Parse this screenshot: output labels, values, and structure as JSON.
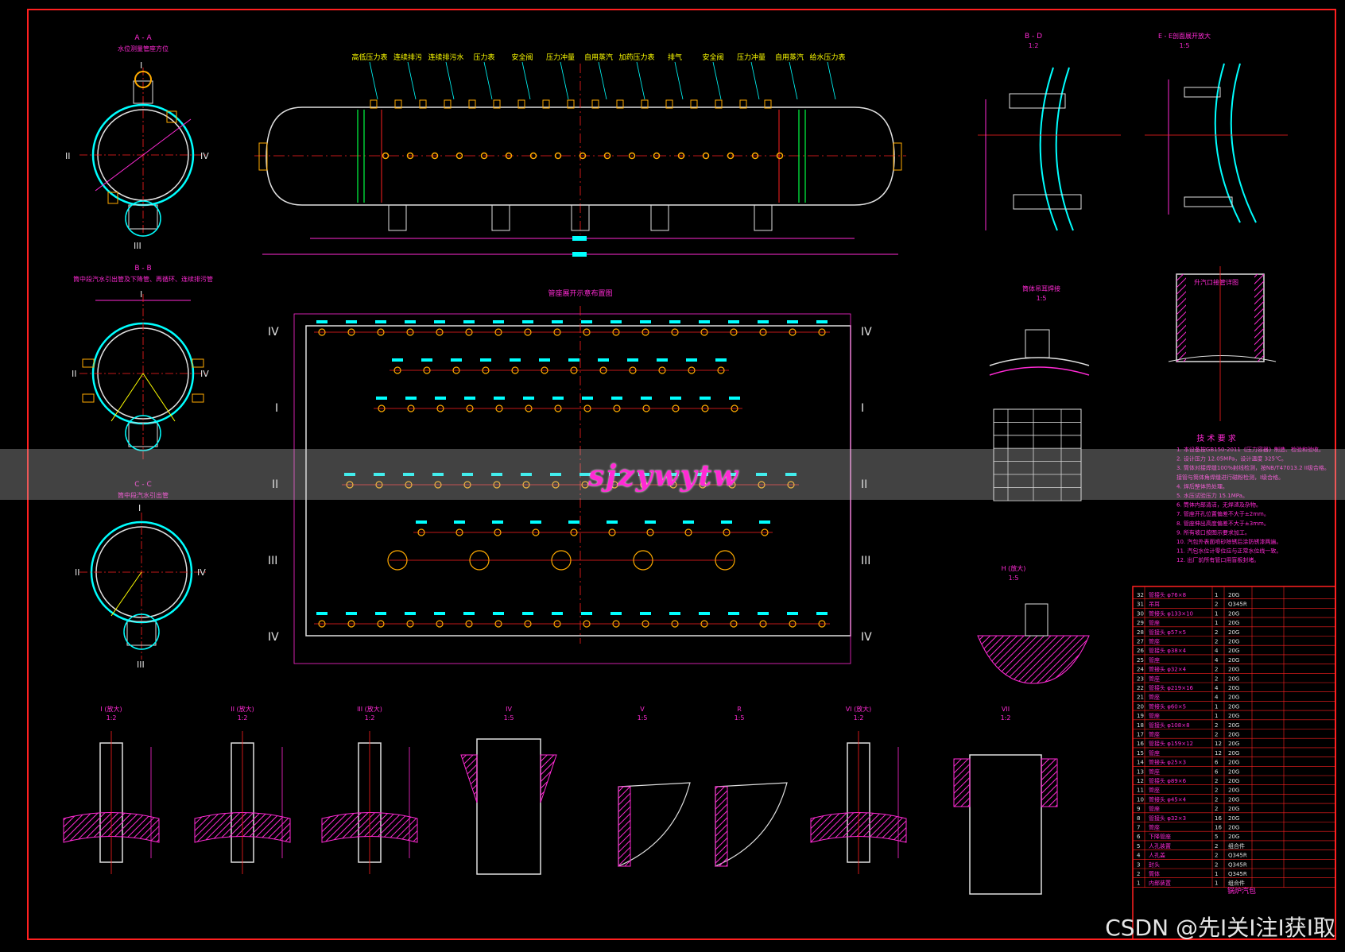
{
  "drawing": {
    "views": {
      "aa": {
        "title": "A - A",
        "subtitle": "水位测量管座方位"
      },
      "bb": {
        "title": "B - B",
        "subtitle": "筒中段汽水引出管及下降管、再循环、连续排污管"
      },
      "cc": {
        "title": "C - C",
        "subtitle": "筒中段汽水引出管"
      },
      "layout": {
        "title": "管座展开示意布置图"
      },
      "detail_bd": {
        "title": "B - D",
        "scale": "1:2"
      },
      "detail_e": {
        "title": "E - E剖面展开放大",
        "scale": "1:5"
      },
      "detail_f": {
        "title": "升汽口接管详图"
      },
      "detail_g": {
        "title": "筒体吊耳焊接",
        "scale": "1:5"
      },
      "detail_h": {
        "title": "H (放大)",
        "scale": "1:5"
      },
      "details_bottom": [
        {
          "title": "I (放大)",
          "scale": "1:2"
        },
        {
          "title": "II (放大)",
          "scale": "1:2"
        },
        {
          "title": "III (放大)",
          "scale": "1:2"
        },
        {
          "title": "IV",
          "scale": "1:5"
        },
        {
          "title": "V",
          "scale": "1:5"
        },
        {
          "title": "R",
          "scale": "1:5"
        },
        {
          "title": "VI (放大)",
          "scale": "1:2"
        },
        {
          "title": "VII",
          "scale": "1:2"
        }
      ]
    },
    "top_labels": [
      "高低压力表",
      "连续排污",
      "连续排污水",
      "压力表",
      "安全阀",
      "压力冲量",
      "自用蒸汽",
      "加药压力表",
      "排气",
      "安全阀",
      "压力冲量",
      "自用蒸汽",
      "给水压力表"
    ],
    "roman": {
      "i": "I",
      "ii": "II",
      "iii": "III",
      "iv": "IV"
    },
    "tech_title": "技 术 要 求",
    "tech_lines": [
      "1. 本设备按GB150-2011《压力容器》制造、检验和验收。",
      "2. 设计压力 12.05MPa，设计温度 325℃。",
      "3. 筒体对接焊缝100%射线检测，按NB/T47013.2 II级合格。",
      "   接管与筒体角焊缝进行磁粉检测，I级合格。",
      "4. 焊后整体热处理。",
      "5. 水压试验压力 15.1MPa。",
      "6. 筒体内部清洁，无焊渣及杂物。",
      "7. 管座开孔位置偏差不大于±2mm。",
      "8. 管座伸出高度偏差不大于±3mm。",
      "9. 所有坡口按图示要求加工。",
      "10. 汽包外表面喷砂除锈后涂防锈漆两遍。",
      "11. 汽包水位计零位应与正常水位线一致。",
      "12. 出厂前所有管口用盲板封堵。"
    ],
    "bom_title": "锅炉汽包",
    "bom_rows": [
      [
        "32",
        "管接头 φ76×8",
        "1",
        "20G",
        "",
        ""
      ],
      [
        "31",
        "吊耳",
        "2",
        "Q345R",
        "",
        ""
      ],
      [
        "30",
        "管接头 φ133×10",
        "1",
        "20G",
        "",
        ""
      ],
      [
        "29",
        "管座",
        "1",
        "20G",
        "",
        ""
      ],
      [
        "28",
        "管接头 φ57×5",
        "2",
        "20G",
        "",
        ""
      ],
      [
        "27",
        "管座",
        "2",
        "20G",
        "",
        ""
      ],
      [
        "26",
        "管接头 φ38×4",
        "4",
        "20G",
        "",
        ""
      ],
      [
        "25",
        "管座",
        "4",
        "20G",
        "",
        ""
      ],
      [
        "24",
        "管接头 φ32×4",
        "2",
        "20G",
        "",
        ""
      ],
      [
        "23",
        "管座",
        "2",
        "20G",
        "",
        ""
      ],
      [
        "22",
        "管接头 φ219×16",
        "4",
        "20G",
        "",
        ""
      ],
      [
        "21",
        "管座",
        "4",
        "20G",
        "",
        ""
      ],
      [
        "20",
        "管接头 φ60×5",
        "1",
        "20G",
        "",
        ""
      ],
      [
        "19",
        "管座",
        "1",
        "20G",
        "",
        ""
      ],
      [
        "18",
        "管接头 φ108×8",
        "2",
        "20G",
        "",
        ""
      ],
      [
        "17",
        "管座",
        "2",
        "20G",
        "",
        ""
      ],
      [
        "16",
        "管接头 φ159×12",
        "12",
        "20G",
        "",
        ""
      ],
      [
        "15",
        "管座",
        "12",
        "20G",
        "",
        ""
      ],
      [
        "14",
        "管接头 φ25×3",
        "6",
        "20G",
        "",
        ""
      ],
      [
        "13",
        "管座",
        "6",
        "20G",
        "",
        ""
      ],
      [
        "12",
        "管接头 φ89×6",
        "2",
        "20G",
        "",
        ""
      ],
      [
        "11",
        "管座",
        "2",
        "20G",
        "",
        ""
      ],
      [
        "10",
        "管接头 φ45×4",
        "2",
        "20G",
        "",
        ""
      ],
      [
        "9",
        "管座",
        "2",
        "20G",
        "",
        ""
      ],
      [
        "8",
        "管接头 φ32×3",
        "16",
        "20G",
        "",
        ""
      ],
      [
        "7",
        "管座",
        "16",
        "20G",
        "",
        ""
      ],
      [
        "6",
        "下降管座",
        "5",
        "20G",
        "",
        ""
      ],
      [
        "5",
        "人孔装置",
        "2",
        "组合件",
        "",
        ""
      ],
      [
        "4",
        "人孔盖",
        "2",
        "Q345R",
        "",
        ""
      ],
      [
        "3",
        "封头",
        "2",
        "Q345R",
        "",
        ""
      ],
      [
        "2",
        "筒体",
        "1",
        "Q345R",
        "",
        ""
      ],
      [
        "1",
        "内部装置",
        "1",
        "组合件",
        "",
        ""
      ]
    ],
    "watermark": "sjzywytw",
    "credit": "CSDN @先I关I注I获I取"
  }
}
